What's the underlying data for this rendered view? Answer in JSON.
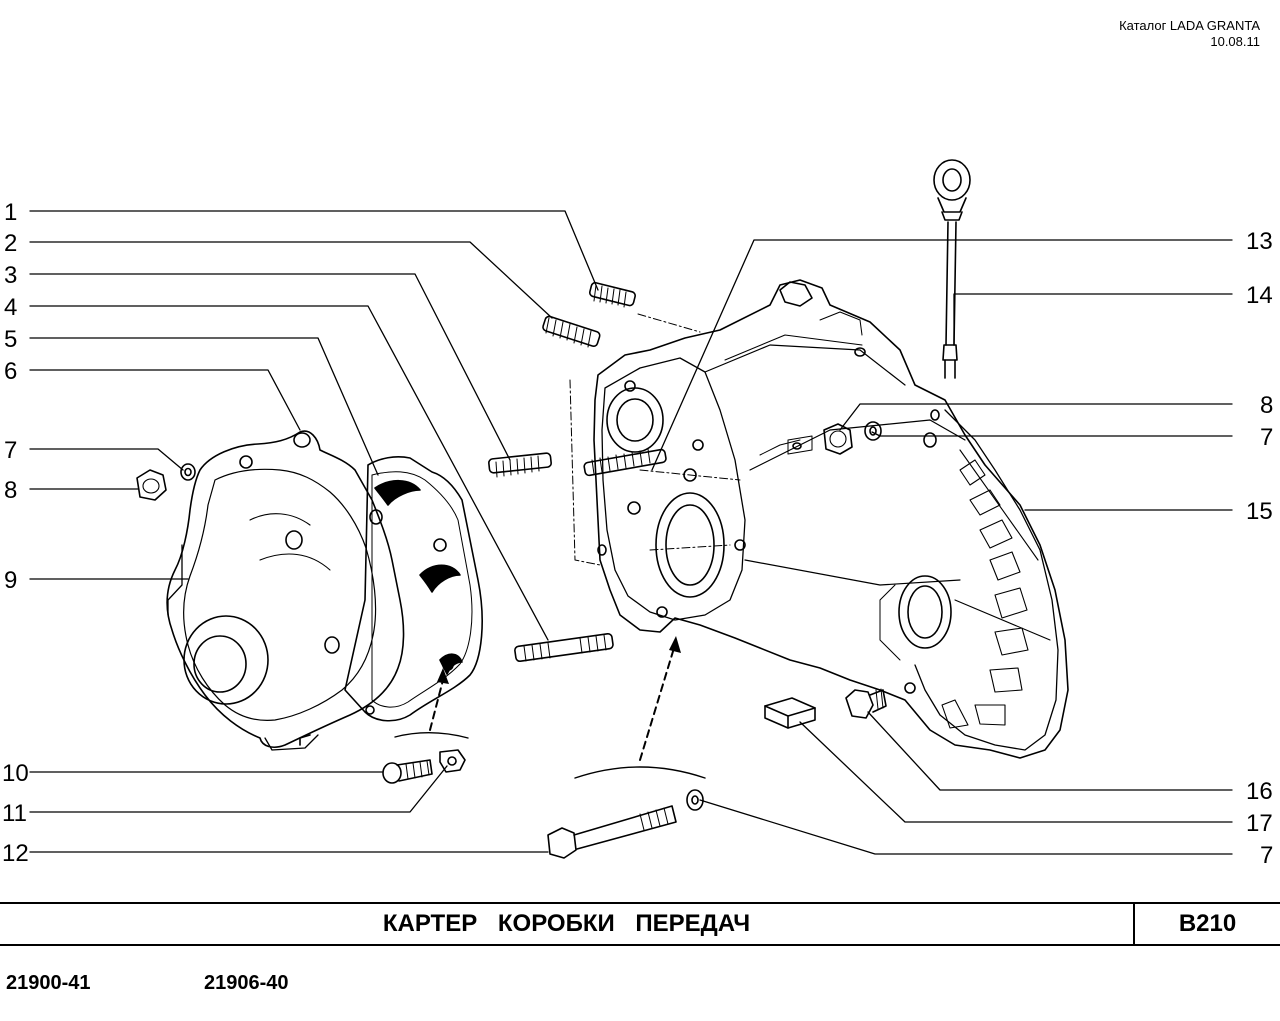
{
  "header": {
    "catalog": "Каталог LADA  GRANTA",
    "date": "10.08.11"
  },
  "callouts": {
    "left": [
      "1",
      "2",
      "3",
      "4",
      "5",
      "6",
      "7",
      "8",
      "9",
      "10",
      "11",
      "12"
    ],
    "right": [
      "13",
      "14",
      "8",
      "7",
      "15",
      "16",
      "17",
      "7"
    ]
  },
  "footer": {
    "title": "КАРТЕР   КОРОБКИ   ПЕРЕДАЧ",
    "code": "B210",
    "models": [
      "21900-41",
      "21906-40"
    ]
  },
  "colors": {
    "ink": "#000000",
    "paper": "#ffffff"
  }
}
